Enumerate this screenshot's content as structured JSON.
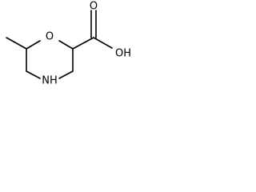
{
  "molecule": {
    "atoms": {
      "ring_oxygen": "O",
      "ring_nitrogen": "NH",
      "carbonyl_oxygen": "O",
      "hydroxyl": "OH"
    }
  },
  "colors": {
    "bond": "#000000",
    "label": "#000000",
    "background": "#ffffff"
  }
}
